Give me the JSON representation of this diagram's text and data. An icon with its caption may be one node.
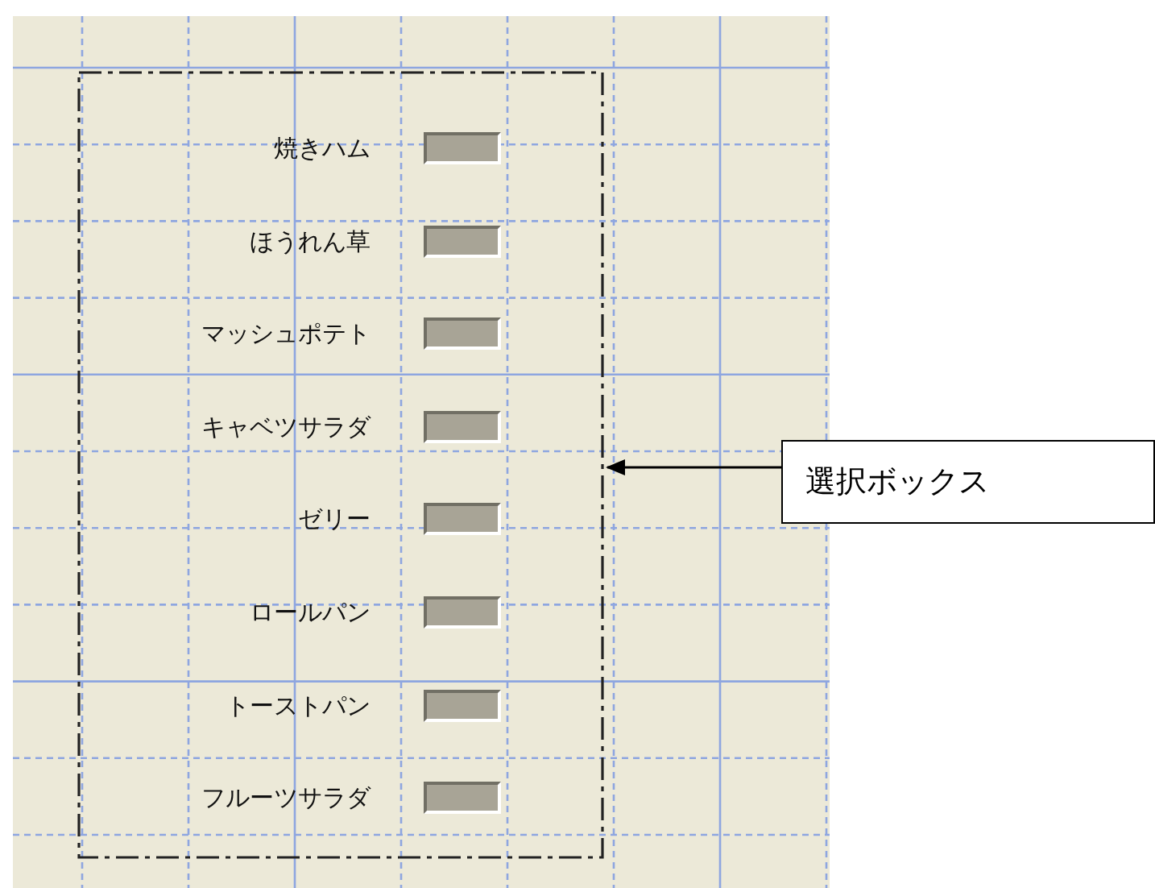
{
  "diagram": {
    "nodes": [
      {
        "text": [],
        "shape": "box"
      },
      {
        "text": [
          "選択ボックス"
        ]
      }
    ],
    "edges": [
      {
        "from": 1,
        "to": 0,
        "arrow": "to"
      }
    ],
    "labels": [
      "焼きハム",
      "ほうれん草",
      "マッシュポテト",
      "キャベツサラダ",
      "ゼリー",
      "ロールパン",
      "トーストパン",
      "フルーツサラダ"
    ]
  }
}
